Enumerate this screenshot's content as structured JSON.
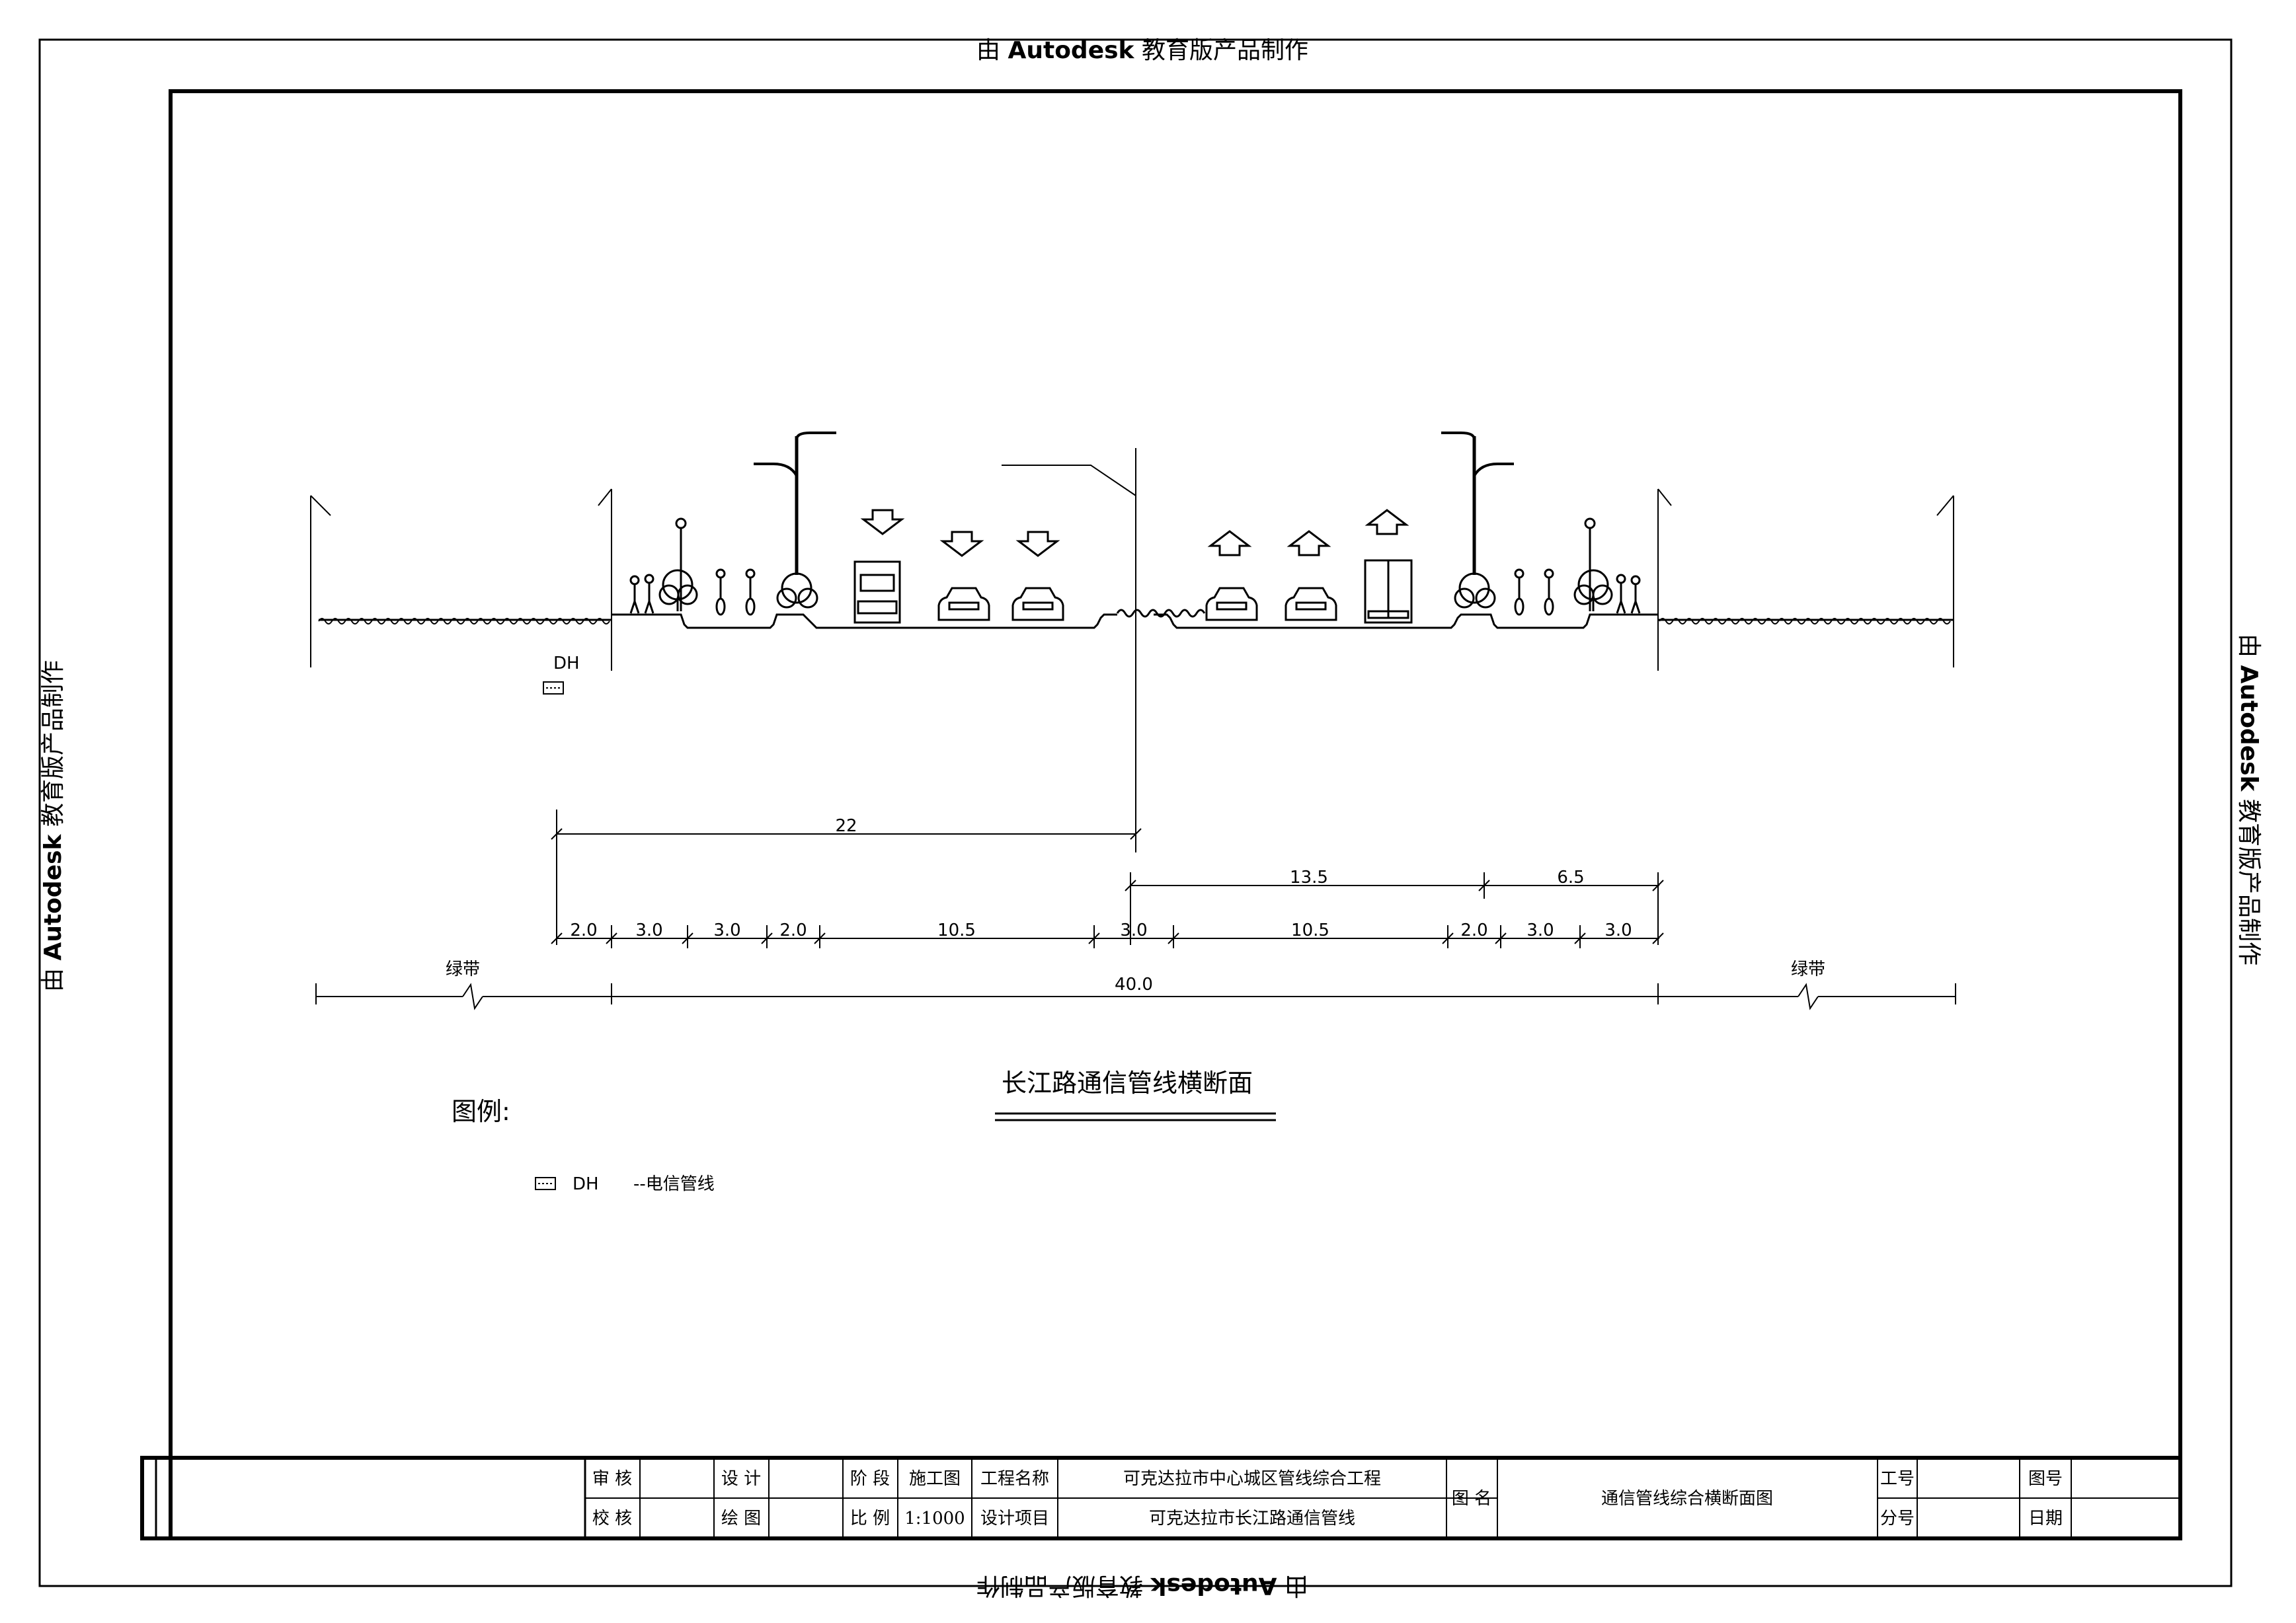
{
  "watermark": {
    "prefix": "由",
    "brand": "Autodesk",
    "suffix": "教育版产品制作"
  },
  "drawing": {
    "title": "长江路通信管线横断面",
    "pipe_code": "DH",
    "top_dims": {
      "left_half": "22",
      "right_a": "13.5",
      "right_b": "6.5"
    },
    "segments": [
      "2.0",
      "3.0",
      "3.0",
      "2.0",
      "10.5",
      "3.0",
      "10.5",
      "2.0",
      "3.0",
      "3.0"
    ],
    "bottom": {
      "green_left": "绿带",
      "total": "40.0",
      "green_right": "绿带"
    }
  },
  "legend": {
    "title": "图例:",
    "code": "DH",
    "desc": "--电信管线"
  },
  "title_block": {
    "review": "审 核",
    "check": "校 核",
    "design": "设 计",
    "draw": "绘 图",
    "stage_label": "阶 段",
    "stage_value": "施工图",
    "scale_label": "比 例",
    "scale_value": "1:1000",
    "project_label": "工程名称",
    "project_value": "可克达拉市中心城区管线综合工程",
    "item_label": "设计项目",
    "item_value": "可克达拉市长江路通信管线",
    "drawing_name_label": "图 名",
    "drawing_name_value": "通信管线综合横断面图",
    "job_no_label": "工号",
    "sub_no_label": "分号",
    "drawing_no_label": "图号",
    "date_label": "日期"
  }
}
